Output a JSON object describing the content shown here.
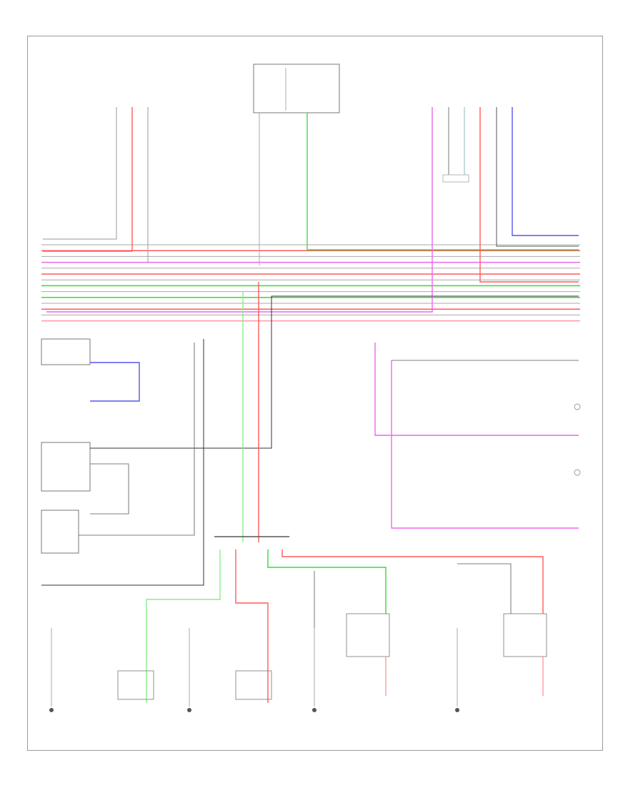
{
  "page_id": "",
  "colors": {
    "red": "#ff5a5a",
    "pink": "#ff9aa0",
    "green": "#33dd33",
    "light_green": "#88ee88",
    "magenta": "#ee66ee",
    "blue": "#5555ee",
    "black": "#333333",
    "gray": "#aaaaaa",
    "frame": "#9a9a9a",
    "box": "#777777"
  },
  "bus_wire_colors": [
    "gray",
    "red",
    "gray",
    "magenta",
    "gray",
    "red",
    "gray",
    "green",
    "gray",
    "green",
    "gray",
    "red",
    "gray",
    "pink"
  ]
}
